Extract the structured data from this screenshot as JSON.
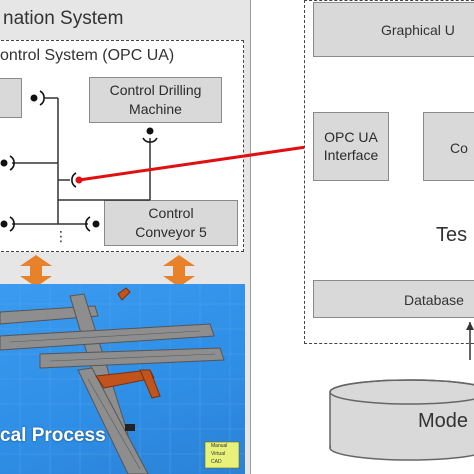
{
  "automation": {
    "title": "nation System",
    "control_system_title": "ontrol System (OPC UA)",
    "drilling": "Control Drilling Machine",
    "drilling_line1": "Control Drilling",
    "drilling_line2": "Machine",
    "conveyor_line1": "Control",
    "conveyor_line2": "Conveyor 5",
    "ellipsis": "⋮",
    "physical_process": "cal Process",
    "legend": [
      "Manual",
      "Virtual",
      "CAD"
    ]
  },
  "right_system": {
    "graphical_ui": "Graphical U",
    "opc_interface_line1": "OPC UA",
    "opc_interface_line2": "Interface",
    "core_partial": "Co",
    "test_partial": "Tes",
    "database": "Database",
    "model": "Mode"
  },
  "colors": {
    "panel_bg": "#e6e6e6",
    "box_fill": "#d9d9d9",
    "connection_red": "#e01010",
    "arrow_orange": "#e8822a",
    "sim_sky": "#2f8fe6"
  }
}
